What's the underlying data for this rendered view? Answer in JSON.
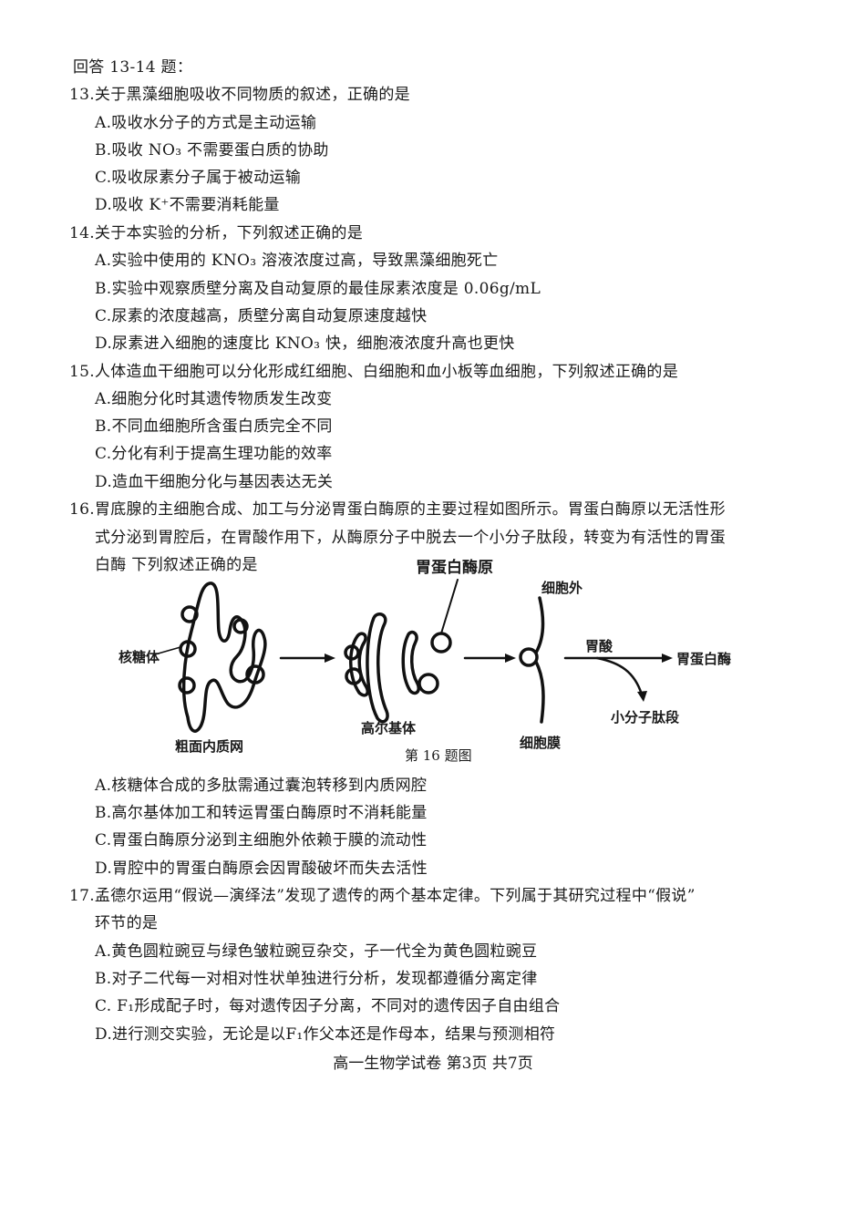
{
  "header": {
    "instruction": "回答 13-14 题："
  },
  "questions": {
    "q13": {
      "stem": "13.关于黑藻细胞吸收不同物质的叙述，正确的是",
      "options": [
        "A.吸收水分子的方式是主动运输",
        "B.吸收 NO₃ 不需要蛋白质的协助",
        "C.吸收尿素分子属于被动运输",
        "D.吸收 K⁺不需要消耗能量"
      ]
    },
    "q14": {
      "stem": "14.关于本实验的分析，下列叙述正确的是",
      "options": [
        "A.实验中使用的 KNO₃ 溶液浓度过高，导致黑藻细胞死亡",
        "B.实验中观察质壁分离及自动复原的最佳尿素浓度是 0.06g/mL",
        "C.尿素的浓度越高，质壁分离自动复原速度越快",
        "D.尿素进入细胞的速度比 KNO₃ 快，细胞液浓度升高也更快"
      ]
    },
    "q15": {
      "stem": "15.人体造血干细胞可以分化形成红细胞、白细胞和血小板等血细胞，下列叙述正确的是",
      "options": [
        "A.细胞分化时其遗传物质发生改变",
        "B.不同血细胞所含蛋白质完全不同",
        "C.分化有利于提高生理功能的效率",
        "D.造血干细胞分化与基因表达无关"
      ]
    },
    "q16": {
      "stem_lines": [
        "16.胃底腺的主细胞合成、加工与分泌胃蛋白酶原的主要过程如图所示。胃蛋白酶原以无活性形",
        "式分泌到胃腔后，在胃酸作用下，从酶原分子中脱去一个小分子肽段，转变为有活性的胃蛋",
        "白酶 下列叙述正确的是"
      ],
      "figure": {
        "labels": {
          "ribosome": "核糖体",
          "rough_er": "粗面内质网",
          "golgi": "高尔基体",
          "pepsinogen": "胃蛋白酶原",
          "extracellular": "细胞外",
          "membrane": "细胞膜",
          "gastric_acid": "胃酸",
          "pepsin": "胃蛋白酶",
          "small_peptide": "小分子肽段"
        },
        "caption": "第 16 题图"
      },
      "options": [
        "A.核糖体合成的多肽需通过囊泡转移到内质网腔",
        "B.高尔基体加工和转运胃蛋白酶原时不消耗能量",
        "C.胃蛋白酶原分泌到主细胞外依赖于膜的流动性",
        "D.胃腔中的胃蛋白酶原会因胃酸破坏而失去活性"
      ]
    },
    "q17": {
      "stem_lines": [
        "17.孟德尔运用“假说—演绎法”发现了遗传的两个基本定律。下列属于其研究过程中“假说”",
        "环节的是"
      ],
      "options": [
        "A.黄色圆粒豌豆与绿色皱粒豌豆杂交，子一代全为黄色圆粒豌豆",
        "B.对子二代每一对相对性状单独进行分析，发现都遵循分离定律",
        "C. F₁形成配子时，每对遗传因子分离，不同对的遗传因子自由组合",
        "D.进行测交实验，无论是以F₁作父本还是作母本，结果与预测相符"
      ]
    }
  },
  "footer": {
    "text": "高一生物学试卷 第3页 共7页"
  }
}
